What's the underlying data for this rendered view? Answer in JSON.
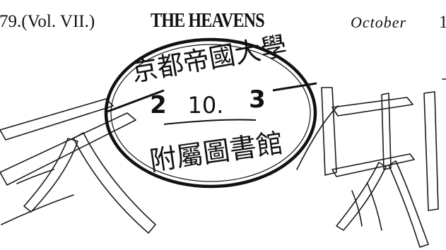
{
  "header": {
    "page_ref": "79.(Vol. VII.)",
    "running_title": "THE HEAVENS",
    "month": "October",
    "page_number": "1"
  },
  "stamp": {
    "top_text": "京都帝國大學",
    "date_day": "2",
    "date_month": "10.",
    "date_year": "3",
    "bottom_text": "附屬圖書館"
  },
  "colors": {
    "ink": "#111111",
    "paper": "#ffffff"
  }
}
